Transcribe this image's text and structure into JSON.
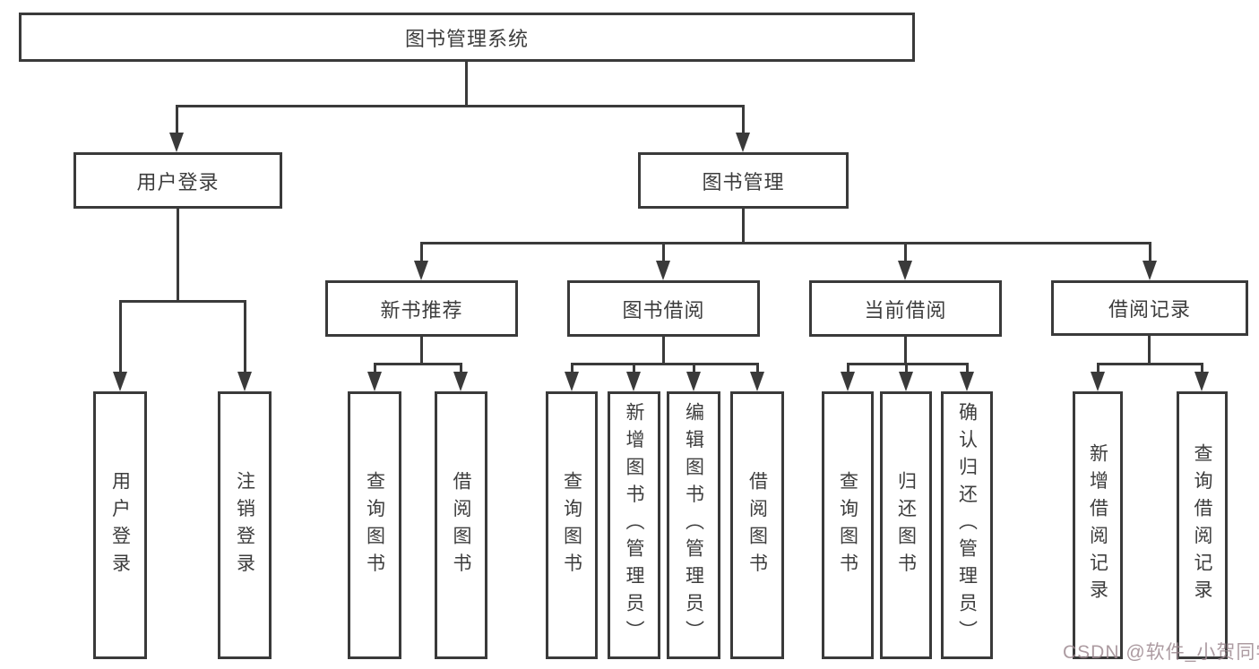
{
  "diagram": {
    "root": "图书管理系统",
    "level2": {
      "user": "用户登录",
      "books": "图书管理"
    },
    "level3": {
      "recommend": "新书推荐",
      "borrow": "图书借阅",
      "current": "当前借阅",
      "records": "借阅记录"
    },
    "leaves": {
      "user": [
        "用户登录",
        "注销登录"
      ],
      "recommend": [
        "查询图书",
        "借阅图书"
      ],
      "borrow": [
        "查询图书",
        "新增图书（管理员）",
        "编辑图书（管理员）",
        "借阅图书"
      ],
      "current": [
        "查询图书",
        "归还图书",
        "确认归还（管理员）"
      ],
      "records": [
        "新增借阅记录",
        "查询借阅记录"
      ]
    }
  },
  "watermark": "CSDN @软件_小贺同学",
  "colors": {
    "line": "#3a3a3a",
    "text": "#3d3d3d",
    "background": "#ffffff",
    "watermark": "#9e8a90"
  }
}
